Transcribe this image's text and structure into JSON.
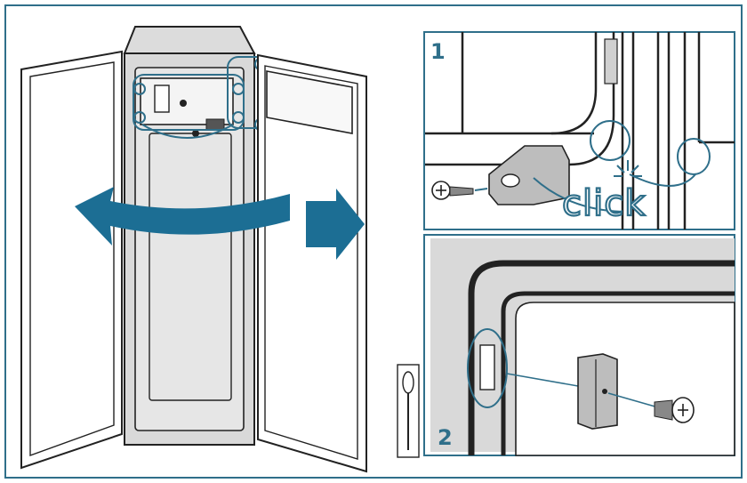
{
  "steps": [
    {
      "number": "1"
    },
    {
      "number": "2"
    }
  ],
  "annotations": {
    "click_label": "click"
  },
  "colors": {
    "outline": "#2f6f8a",
    "arrow": "#1c6e94",
    "line": "#222222",
    "fridge_fill": "#d9d9d9",
    "door_fill": "#ffffff",
    "part_fill": "#bdbdbd"
  },
  "icons": {
    "tool": "screwdriver-icon",
    "fastener": "screw-icon",
    "motion": "door-swing-arrow-icon"
  }
}
